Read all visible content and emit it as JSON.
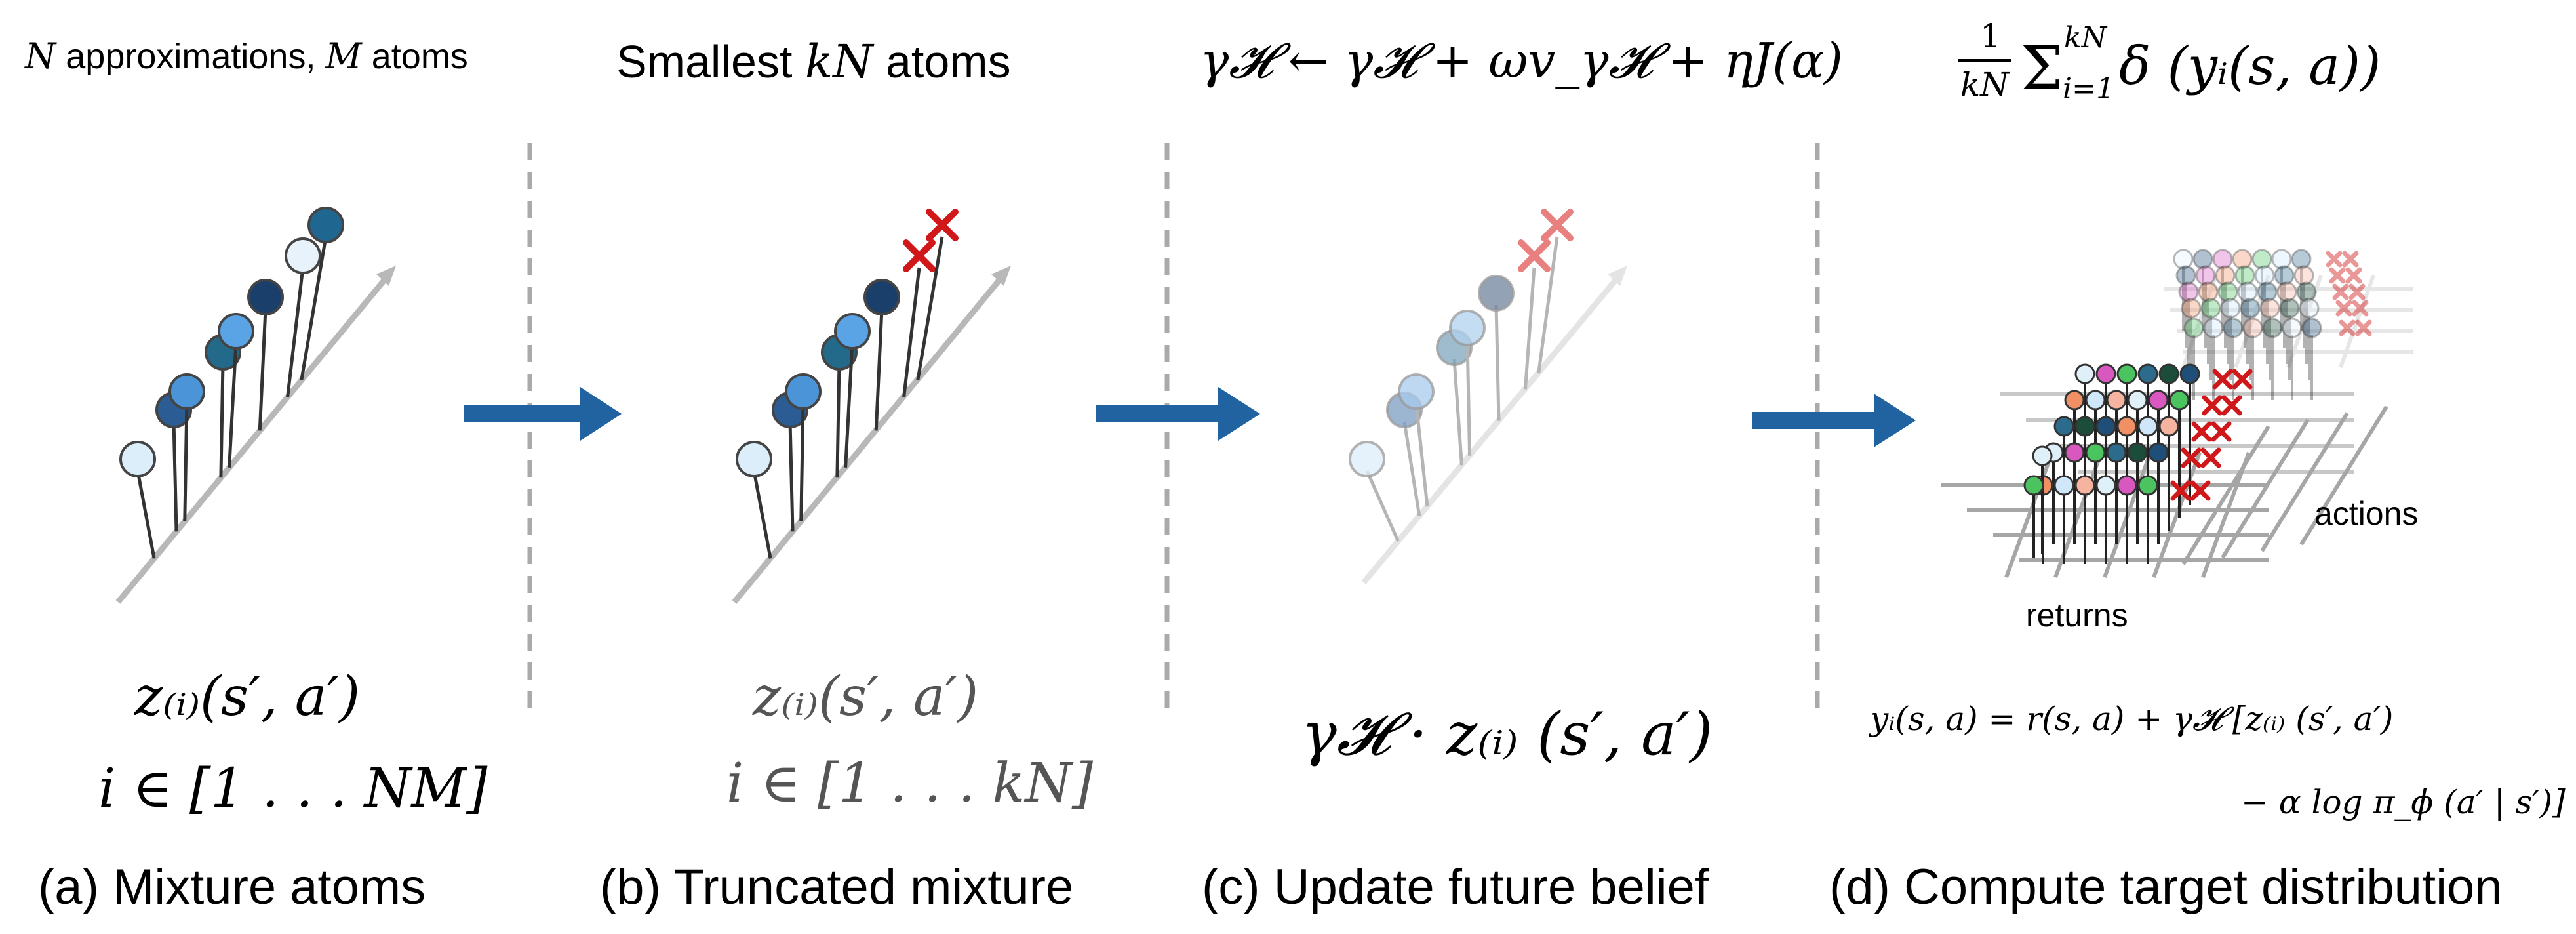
{
  "panels": [
    {
      "caption": "(a) Mixture atoms",
      "header_parts": [
        "N",
        " approximations, ",
        "M",
        " atoms"
      ],
      "formula_line1": "z₍ᵢ₎(s′, a′)",
      "formula_line2": "i ∈ [1 . . . NM]"
    },
    {
      "caption": "(b) Truncated mixture",
      "header_parts": [
        "Smallest ",
        "kN",
        " atoms"
      ],
      "formula_line1": "z₍ᵢ₎(s′, a′)",
      "formula_line2": "i ∈ [1 . . . kN]"
    },
    {
      "caption": "(c) Update future belief",
      "header": "γ𝓗 ← γ𝓗 + ωv_γ𝓗 + ηJ(α)",
      "formula": "γ𝓗 · z₍ᵢ₎ (s′, a′)"
    },
    {
      "caption": "(d) Compute target distribution",
      "header_fraction_num": "1",
      "header_fraction_den": "kN",
      "header_sum": "Σ",
      "header_sum_upper": "kN",
      "header_sum_lower": "i=1",
      "header_body": "δ (yᵢ(s, a))",
      "axis_actions": "actions",
      "axis_returns": "returns",
      "formula_line1": "yᵢ(s, a) = r(s, a) + γ𝓗 [z₍ᵢ₎ (s′, a′)",
      "formula_line2": "− α log π_ϕ (a′ | s′)]"
    }
  ],
  "colors": {
    "arrow": "#2163a0",
    "divider": "#aaaaaa",
    "cross": "#d0181a",
    "blues": [
      "#dceefa",
      "#2b5c93",
      "#4c94d8",
      "#236a8a",
      "#5aa3e5",
      "#1a3f6a",
      "#e8f2fa",
      "#1f6690"
    ],
    "grid_dots": [
      "#dff0f8",
      "#1f4e79",
      "#d858c0",
      "#f09064",
      "#4bc460",
      "#cfe7f8",
      "#2d6b8c",
      "#f5b3a0",
      "#1b4d3a"
    ]
  }
}
